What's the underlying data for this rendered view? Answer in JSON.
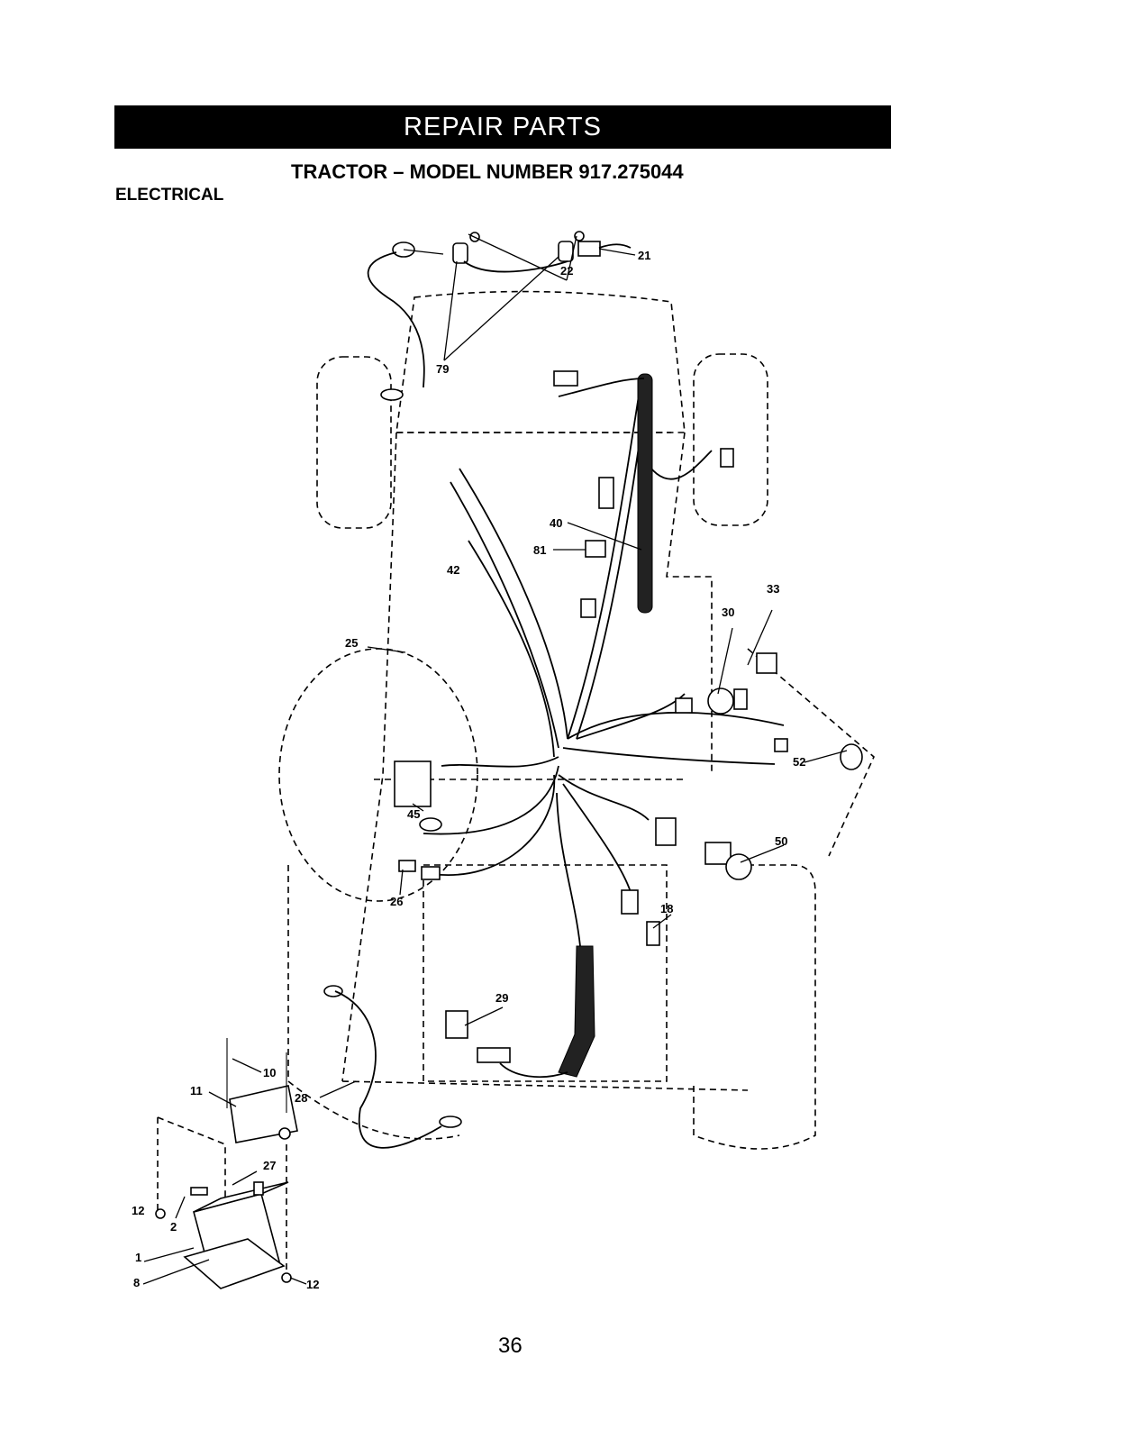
{
  "header": {
    "banner": "REPAIR PARTS",
    "subtitle": "TRACTOR – MODEL NUMBER 917.275044"
  },
  "section": {
    "label": "ELECTRICAL"
  },
  "footer": {
    "page_number": "36"
  },
  "callouts": [
    "22",
    "21",
    "79",
    "40",
    "81",
    "42",
    "33",
    "30",
    "25",
    "52",
    "45",
    "50",
    "26",
    "18",
    "29",
    "10",
    "11",
    "28",
    "27",
    "12",
    "2",
    "1",
    "8",
    "12"
  ]
}
